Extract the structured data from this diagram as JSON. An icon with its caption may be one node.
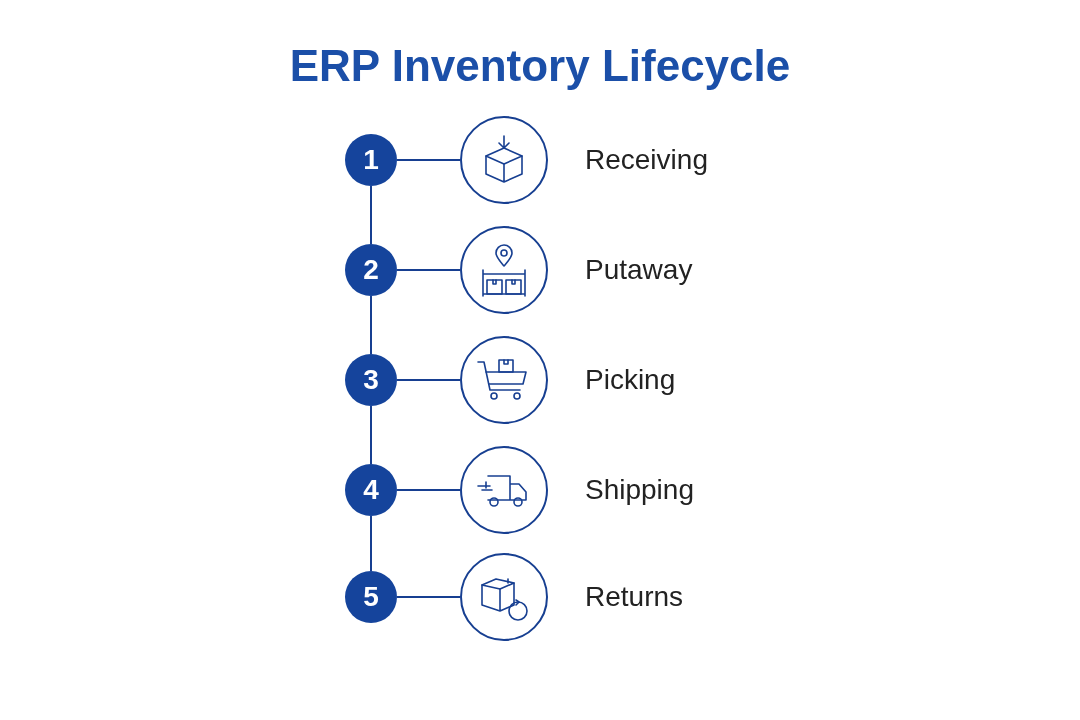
{
  "diagram": {
    "title": "ERP Inventory Lifecycle",
    "nodes": [
      {
        "text": [
          "1"
        ]
      },
      {
        "text": [],
        "shape": "circle",
        "beside": [
          "Receiving"
        ]
      },
      {
        "text": [
          "2"
        ]
      },
      {
        "text": [],
        "shape": "circle",
        "beside": [
          "Putaway"
        ]
      },
      {
        "text": [
          "3"
        ]
      },
      {
        "text": [],
        "shape": "circle",
        "beside": [
          "Picking"
        ]
      },
      {
        "text": [
          "4"
        ]
      },
      {
        "text": [],
        "shape": "circle",
        "beside": [
          "Shipping"
        ]
      },
      {
        "text": [
          "5"
        ]
      },
      {
        "text": [],
        "shape": "circle",
        "beside": [
          "Returns"
        ]
      }
    ],
    "edges": [
      {
        "from": 0,
        "to": 1,
        "arrow": "none"
      },
      {
        "from": 0,
        "to": 2,
        "arrow": "none"
      },
      {
        "from": 2,
        "to": 3,
        "arrow": "none"
      },
      {
        "from": 2,
        "to": 4,
        "arrow": "none"
      },
      {
        "from": 4,
        "to": 5,
        "arrow": "none"
      },
      {
        "from": 4,
        "to": 6,
        "arrow": "none"
      },
      {
        "from": 6,
        "to": 7,
        "arrow": "none"
      },
      {
        "from": 6,
        "to": 8,
        "arrow": "none"
      },
      {
        "from": 8,
        "to": 9,
        "arrow": "none"
      }
    ]
  }
}
